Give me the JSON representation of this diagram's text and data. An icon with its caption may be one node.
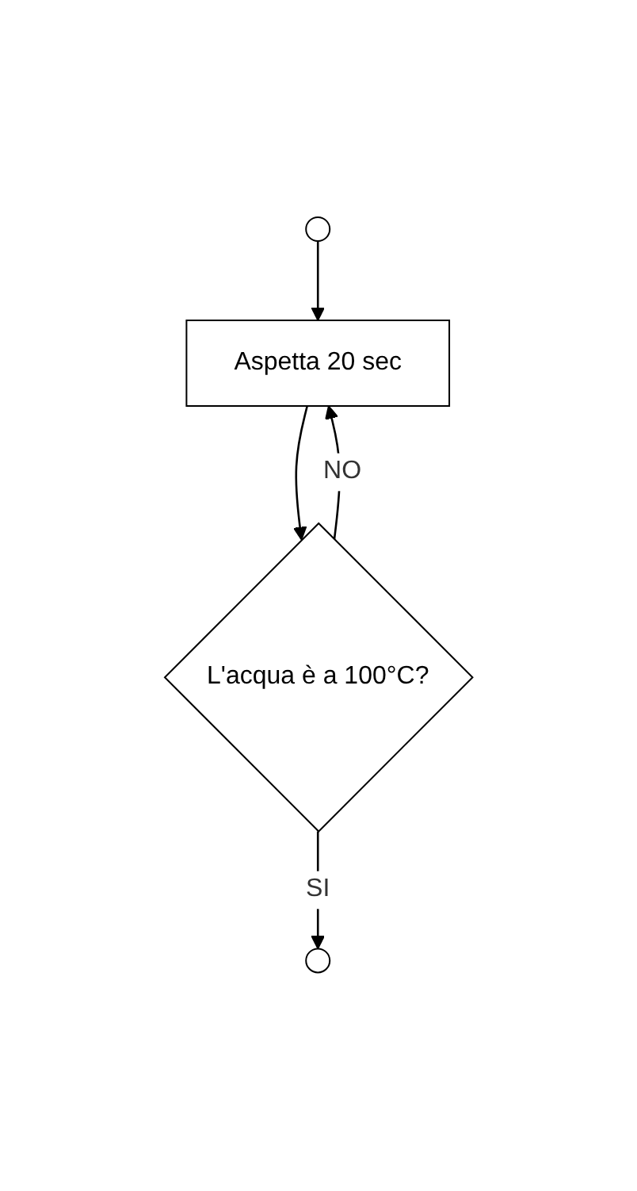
{
  "diagram": {
    "nodes": [
      {
        "text": [],
        "shape": "circle"
      },
      {
        "text": [
          "Aspetta 20 sec"
        ]
      },
      {
        "text": [
          "L'acqua è a 100°C?"
        ]
      },
      {
        "text": [],
        "shape": "circle"
      }
    ],
    "edges": [
      {
        "from": 0,
        "to": 1,
        "arrow": "to"
      },
      {
        "from": 1,
        "to": 2,
        "arrow": "to"
      },
      {
        "from": 2,
        "to": 1,
        "label": "NO",
        "arrow": "to"
      },
      {
        "from": 2,
        "to": 3,
        "label": "SI",
        "arrow": "to"
      }
    ]
  }
}
